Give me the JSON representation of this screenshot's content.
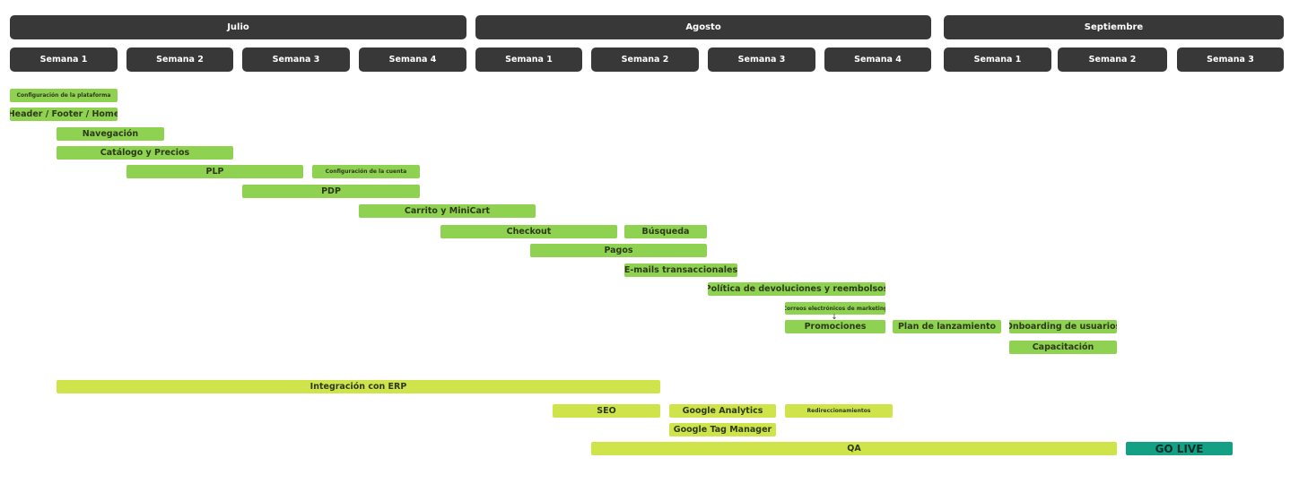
{
  "months": [
    {
      "label": "Julio"
    },
    {
      "label": "Agosto"
    },
    {
      "label": "Septiembre"
    }
  ],
  "weeks": [
    {
      "label": "Semana 1"
    },
    {
      "label": "Semana 2"
    },
    {
      "label": "Semana 3"
    },
    {
      "label": "Semana 4"
    },
    {
      "label": "Semana 1"
    },
    {
      "label": "Semana 2"
    },
    {
      "label": "Semana 3"
    },
    {
      "label": "Semana 4"
    },
    {
      "label": "Semana 1"
    },
    {
      "label": "Semana 2"
    },
    {
      "label": "Semana 3"
    }
  ],
  "tasks": [
    {
      "label": "Configuración de la plataforma"
    },
    {
      "label": "Header / Footer / Home"
    },
    {
      "label": "Navegación"
    },
    {
      "label": "Catálogo y Precios"
    },
    {
      "label": "PLP"
    },
    {
      "label": "Configuración de la cuenta"
    },
    {
      "label": "PDP"
    },
    {
      "label": "Carrito y MiniCart"
    },
    {
      "label": "Checkout"
    },
    {
      "label": "Búsqueda"
    },
    {
      "label": "Pagos"
    },
    {
      "label": "E-mails transaccionales"
    },
    {
      "label": "Política de devoluciones y reembolsos"
    },
    {
      "label": "Correos electrónicos de marketing"
    },
    {
      "label": "Promociones"
    },
    {
      "label": "Plan de lanzamiento"
    },
    {
      "label": "Onboarding de usuarios"
    },
    {
      "label": "Capacitación"
    },
    {
      "label": "Integración con ERP"
    },
    {
      "label": "SEO"
    },
    {
      "label": "Google Analytics"
    },
    {
      "label": "Redireccionamientos"
    },
    {
      "label": "Google Tag Manager"
    },
    {
      "label": "QA"
    },
    {
      "label": "GO LIVE"
    }
  ],
  "colors": {
    "header": "#383838",
    "task_green": "#8fd150",
    "task_yellow": "#cfe44a",
    "go_live": "#14a085"
  }
}
